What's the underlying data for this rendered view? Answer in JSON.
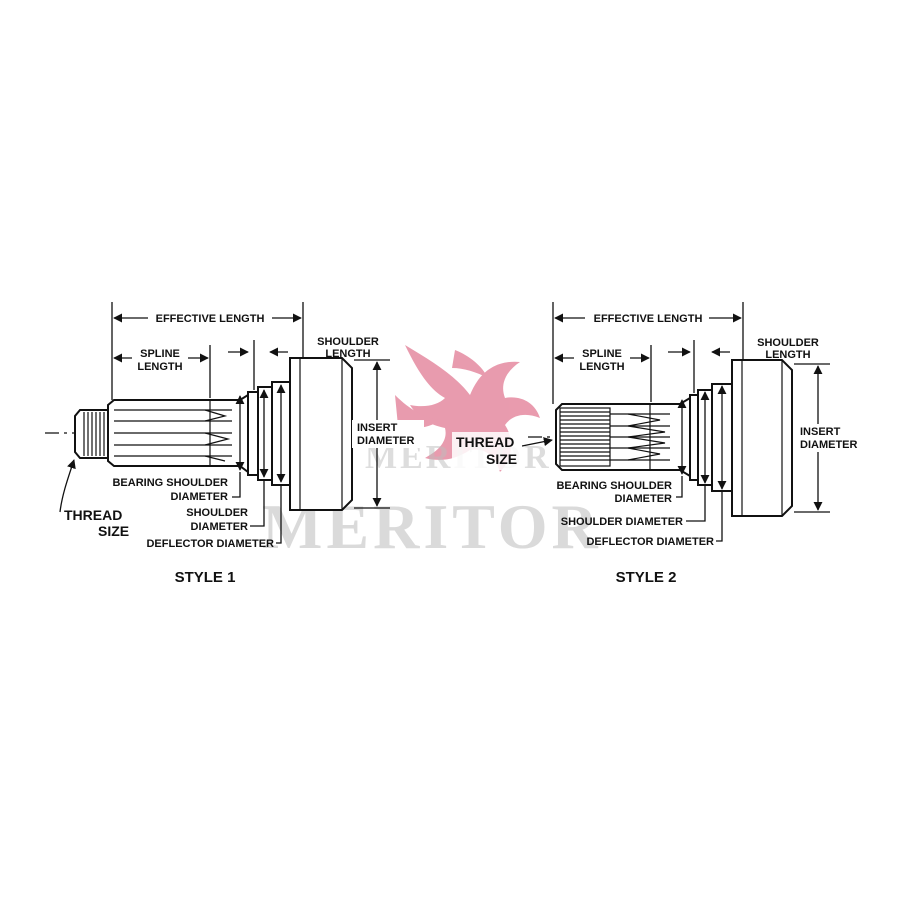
{
  "watermark": {
    "brand": "MERITOR",
    "brand_small": "MERITOR",
    "logo_color": "#e58aa0"
  },
  "style1": {
    "title": "STYLE 1",
    "effective_length": "EFFECTIVE LENGTH",
    "spline_length": [
      "SPLINE",
      "LENGTH"
    ],
    "shoulder_length": [
      "SHOULDER",
      "LENGTH"
    ],
    "insert_diameter": [
      "INSERT",
      "DIAMETER"
    ],
    "bearing_shoulder_diameter": [
      "BEARING SHOULDER",
      "DIAMETER"
    ],
    "shoulder_diameter": [
      "SHOULDER",
      "DIAMETER"
    ],
    "deflector_diameter": "DEFLECTOR DIAMETER",
    "thread_size": [
      "THREAD",
      "SIZE"
    ]
  },
  "style2": {
    "title": "STYLE 2",
    "effective_length": "EFFECTIVE LENGTH",
    "spline_length": [
      "SPLINE",
      "LENGTH"
    ],
    "shoulder_length": [
      "SHOULDER",
      "LENGTH"
    ],
    "insert_diameter": [
      "INSERT",
      "DIAMETER"
    ],
    "bearing_shoulder_diameter": [
      "BEARING SHOULDER",
      "DIAMETER"
    ],
    "shoulder_diameter": "SHOULDER DIAMETER",
    "deflector_diameter": "DEFLECTOR DIAMETER",
    "thread_size": [
      "THREAD",
      "SIZE"
    ]
  }
}
